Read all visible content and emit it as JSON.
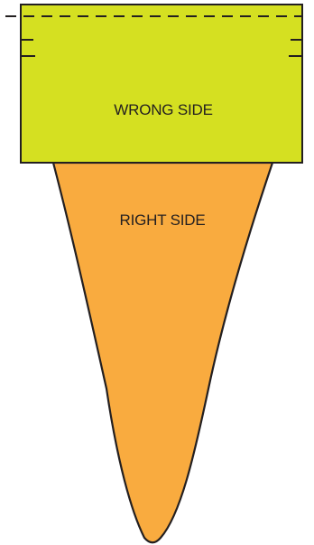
{
  "diagram": {
    "top_panel": {
      "label": "WRONG SIDE",
      "fill": "#d5e021"
    },
    "bottom_piece": {
      "label": "RIGHT SIDE",
      "fill": "#f9ab3f"
    },
    "outline_color": "#231f20",
    "fold_line_style": "dashed"
  }
}
